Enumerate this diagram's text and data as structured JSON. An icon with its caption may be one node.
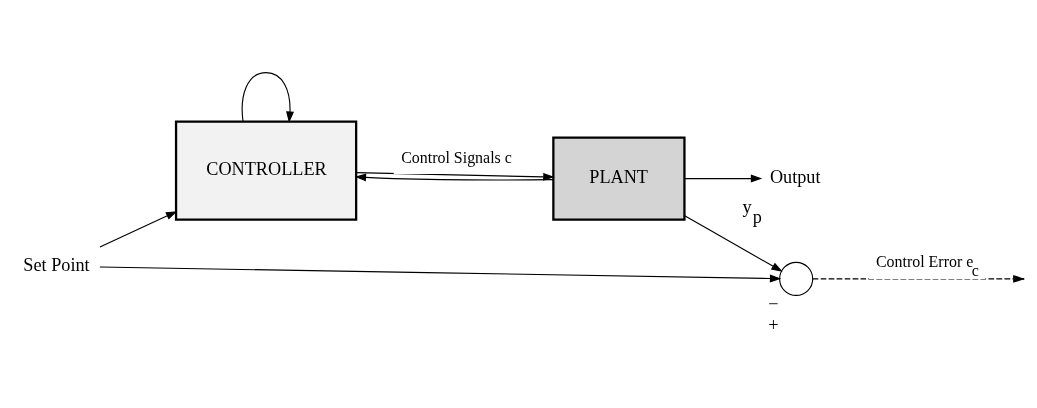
{
  "diagram": {
    "nodes": [
      {
        "text": [
          "Set Point"
        ]
      },
      {
        "text": [
          "CONTROLLER"
        ]
      },
      {
        "text": [
          "PLANT"
        ]
      },
      {
        "text": [
          "Output"
        ],
        "beside": [
          "y$_{p}$"
        ]
      },
      {
        "text": [],
        "shape": "circle",
        "beside": [
          "−",
          "+"
        ]
      }
    ],
    "edges": [
      {
        "from": 0,
        "to": 1,
        "arrow": "to"
      },
      {
        "from": 1,
        "to": 2,
        "arrow": "to",
        "label": "Control Signals c"
      },
      {
        "from": 1,
        "to": 1,
        "arrow": "to"
      },
      {
        "from": 2,
        "to": 3,
        "arrow": "to"
      },
      {
        "from": 2,
        "to": 1,
        "arrow": "to"
      },
      {
        "from": 2,
        "to": 4,
        "arrow": "to"
      },
      {
        "from": 0,
        "to": 4,
        "arrow": "to"
      },
      {
        "from": 4,
        "to": null,
        "arrow": "to",
        "style": "dashed",
        "label": "Control Error e$_{c}$"
      }
    ]
  }
}
